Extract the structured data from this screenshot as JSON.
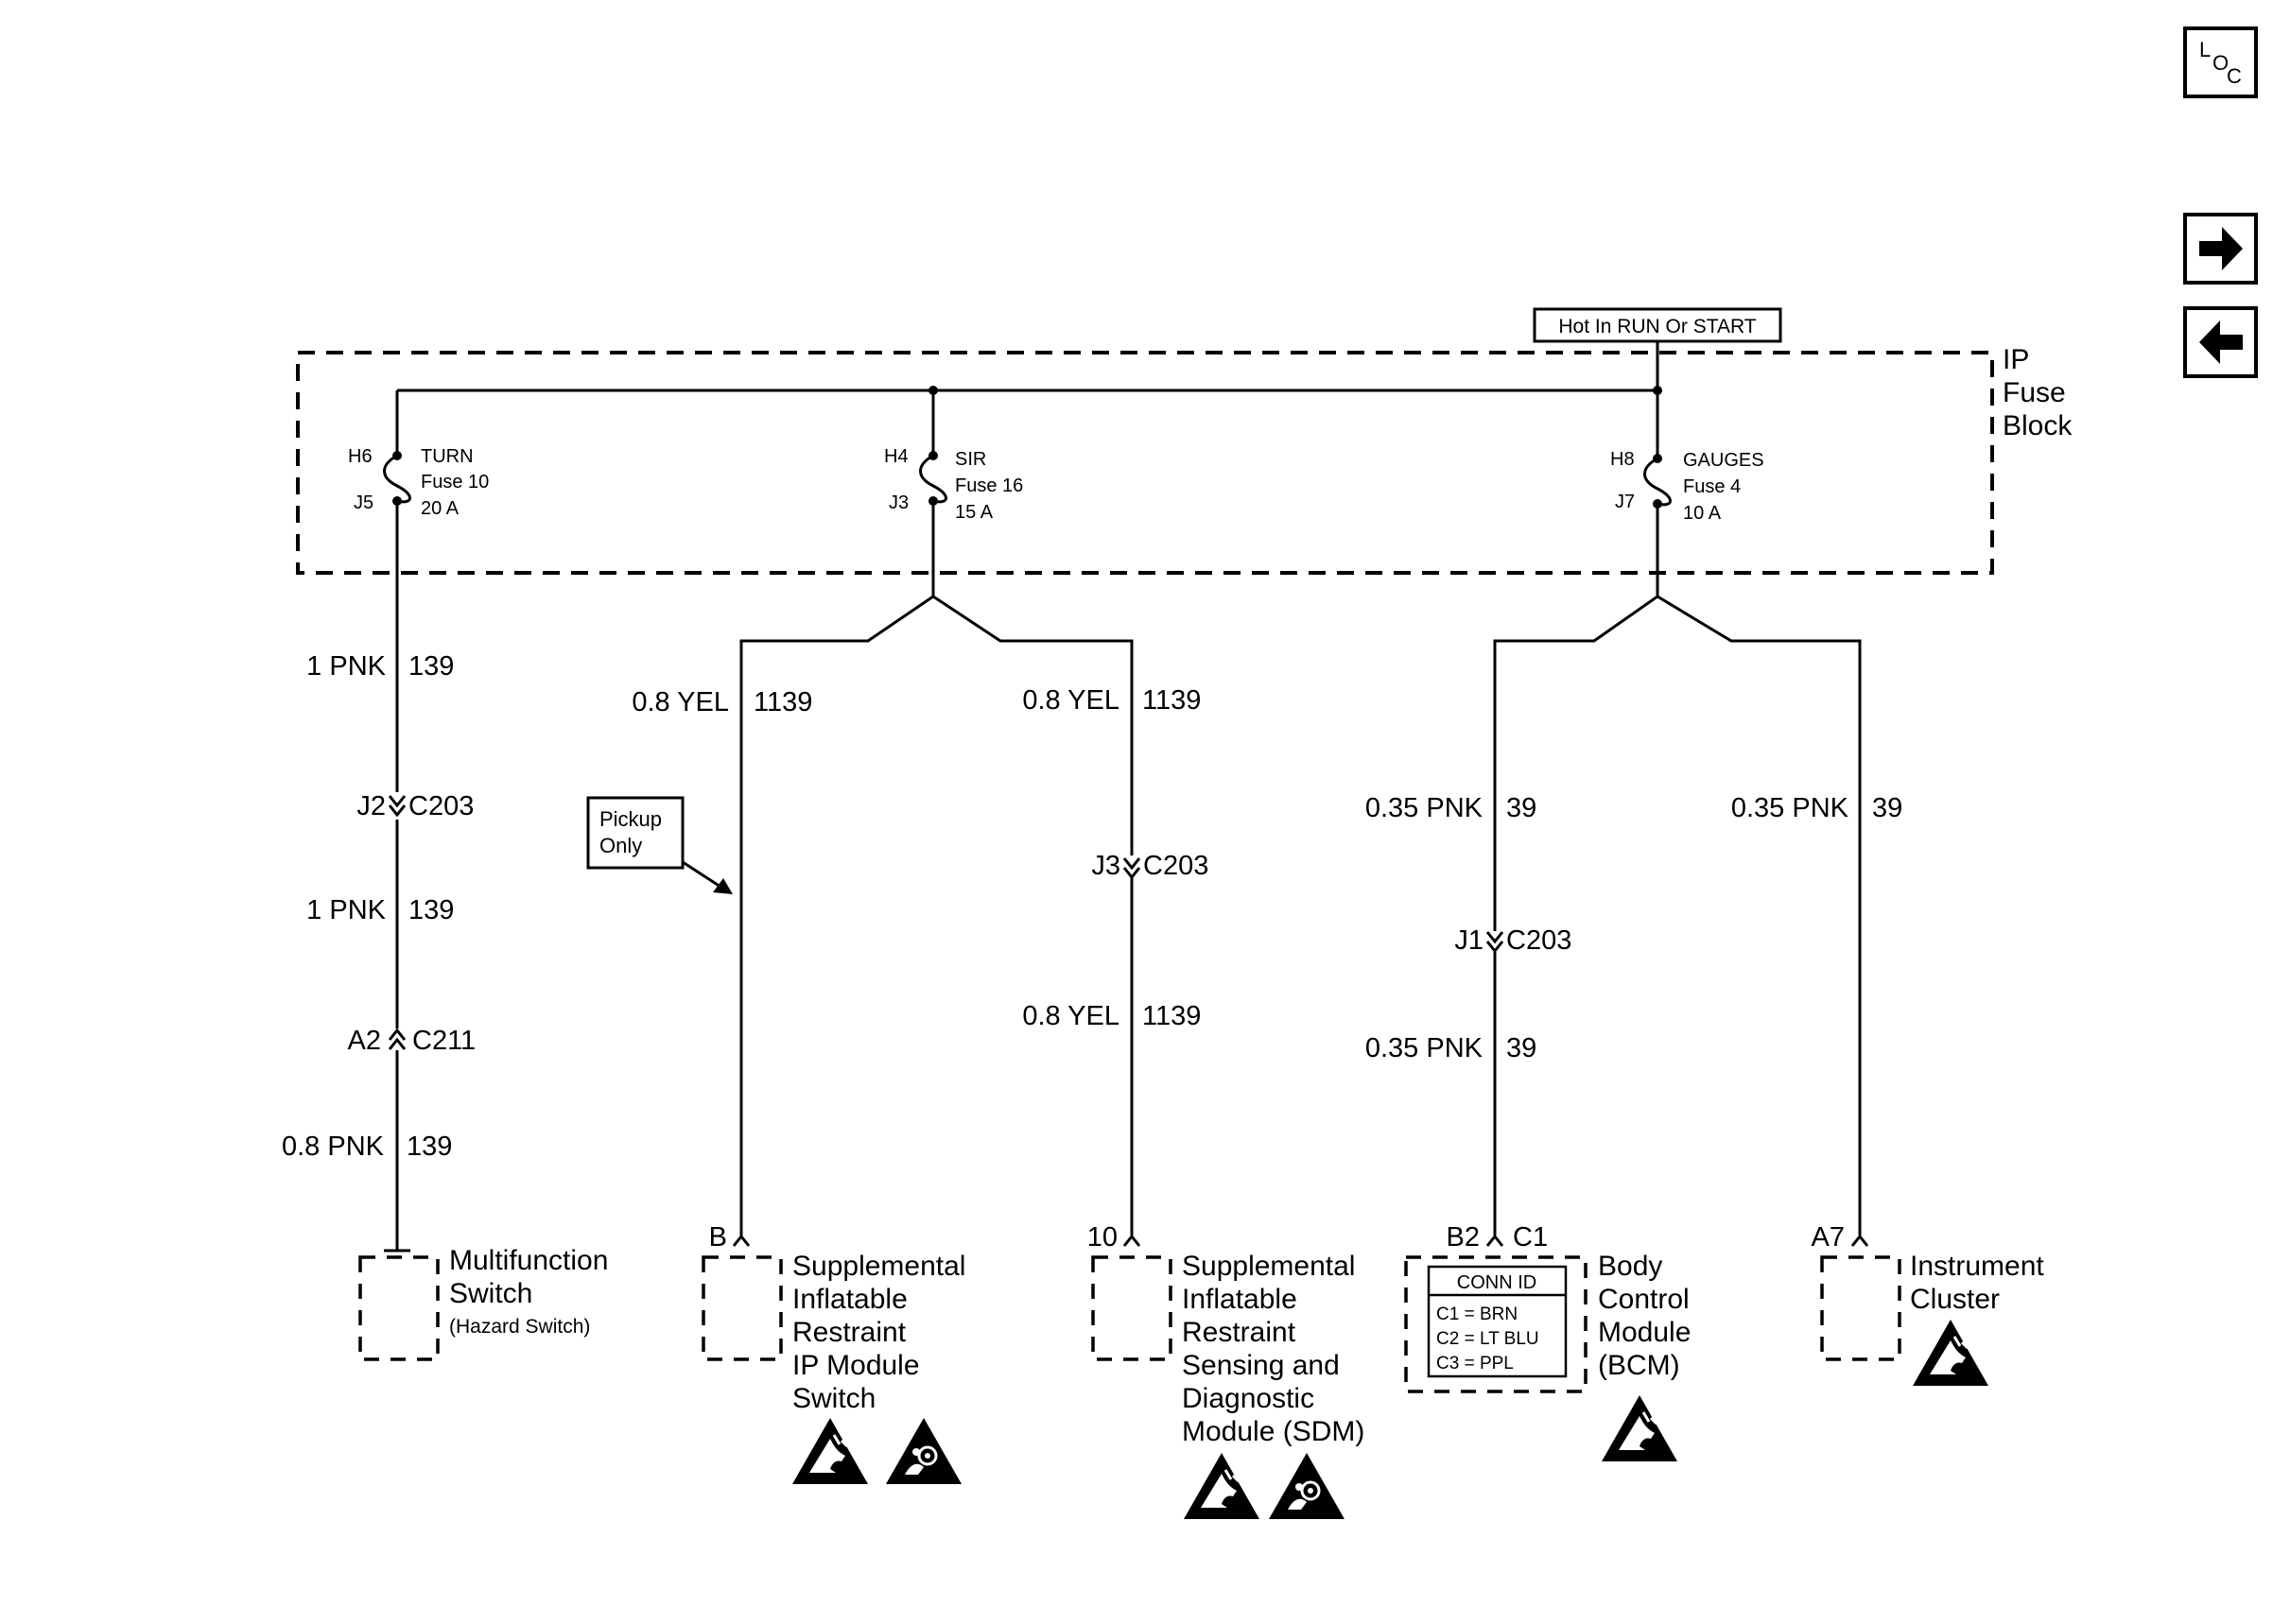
{
  "nav": {
    "loc_l": "L",
    "loc_o": "O",
    "loc_c": "C",
    "next_icon": "arrow-right-icon",
    "prev_icon": "arrow-left-icon"
  },
  "power": {
    "label": "Hot In RUN Or START",
    "fuse_block": [
      "IP",
      "Fuse",
      "Block"
    ]
  },
  "fuses": [
    {
      "top_pin": "H6",
      "bottom_pin": "J5",
      "name": "TURN",
      "fuse": "Fuse 10",
      "rating": "20 A"
    },
    {
      "top_pin": "H4",
      "bottom_pin": "J3",
      "name": "SIR",
      "fuse": "Fuse 16",
      "rating": "15 A"
    },
    {
      "top_pin": "H8",
      "bottom_pin": "J7",
      "name": "GAUGES",
      "fuse": "Fuse 4",
      "rating": "10 A"
    }
  ],
  "turn_circuit": {
    "w1_gauge": "1 PNK",
    "w1_ckt": "139",
    "c1_pin": "J2",
    "c1_conn": "C203",
    "w2_gauge": "1 PNK",
    "w2_ckt": "139",
    "c2_pin": "A2",
    "c2_conn": "C211",
    "w3_gauge": "0.8 PNK",
    "w3_ckt": "139",
    "component": [
      "Multifunction",
      "Switch"
    ],
    "component_sub": "(Hazard Switch)"
  },
  "sir_left": {
    "w1_gauge": "0.8 YEL",
    "w1_ckt": "1139",
    "note": [
      "Pickup",
      "Only"
    ],
    "pin": "B",
    "component": [
      "Supplemental",
      "Inflatable",
      "Restraint",
      "IP Module",
      "Switch"
    ]
  },
  "sir_right": {
    "w1_gauge": "0.8 YEL",
    "w1_ckt": "1139",
    "c1_pin": "J3",
    "c1_conn": "C203",
    "w2_gauge": "0.8 YEL",
    "w2_ckt": "1139",
    "pin": "10",
    "component": [
      "Supplemental",
      "Inflatable",
      "Restraint",
      "Sensing and",
      "Diagnostic",
      "Module (SDM)"
    ]
  },
  "gauges_left": {
    "w1_gauge": "0.35 PNK",
    "w1_ckt": "39",
    "c1_pin": "J1",
    "c1_conn": "C203",
    "w2_gauge": "0.35 PNK",
    "w2_ckt": "39",
    "pin": "B2",
    "conn": "C1",
    "conn_id_title": "CONN ID",
    "conn_id_rows": [
      "C1 = BRN",
      "C2 = LT BLU",
      "C3 = PPL"
    ],
    "component": [
      "Body",
      "Control",
      "Module",
      "(BCM)"
    ]
  },
  "gauges_right": {
    "w1_gauge": "0.35 PNK",
    "w1_ckt": "39",
    "pin": "A7",
    "component": [
      "Instrument",
      "Cluster"
    ]
  },
  "symbols": {
    "esd": "esd-warning-icon",
    "airbag": "airbag-warning-icon"
  }
}
